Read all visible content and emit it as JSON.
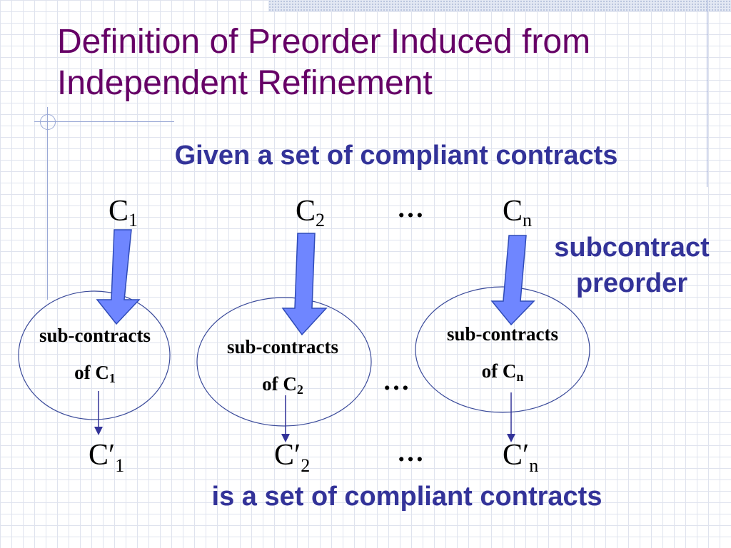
{
  "title": "Definition of Preorder Induced from Independent Refinement",
  "subtitle_top": "Given a set of compliant contracts",
  "subtitle_bottom": "is a set of compliant contracts",
  "side_label": "subcontract preorder",
  "contracts": [
    {
      "base": "C",
      "sub": "1"
    },
    {
      "base": "C",
      "sub": "2"
    },
    {
      "base": "C",
      "sub": "n"
    }
  ],
  "ellipsis": "…",
  "subcontract_groups": [
    {
      "line1": "sub-contracts",
      "line2_prefix": "of C",
      "sub": "1"
    },
    {
      "line1": "sub-contracts",
      "line2_prefix": "of C",
      "sub": "2"
    },
    {
      "line1": "sub-contracts",
      "line2_prefix": "of C",
      "sub": "n"
    }
  ],
  "primed_contracts": [
    {
      "base": "C′",
      "sub": "1"
    },
    {
      "base": "C′",
      "sub": "2"
    },
    {
      "base": "C′",
      "sub": "n"
    }
  ],
  "colors": {
    "title": "#660066",
    "accent_text": "#333399",
    "big_arrow_fill": "#6f86ff",
    "big_arrow_stroke": "#2f4bb8",
    "oval_stroke": "#3a4a9a",
    "small_arrow": "#333399",
    "grid": "#dfe3ee"
  },
  "icons": [
    "down-arrow-icon"
  ]
}
